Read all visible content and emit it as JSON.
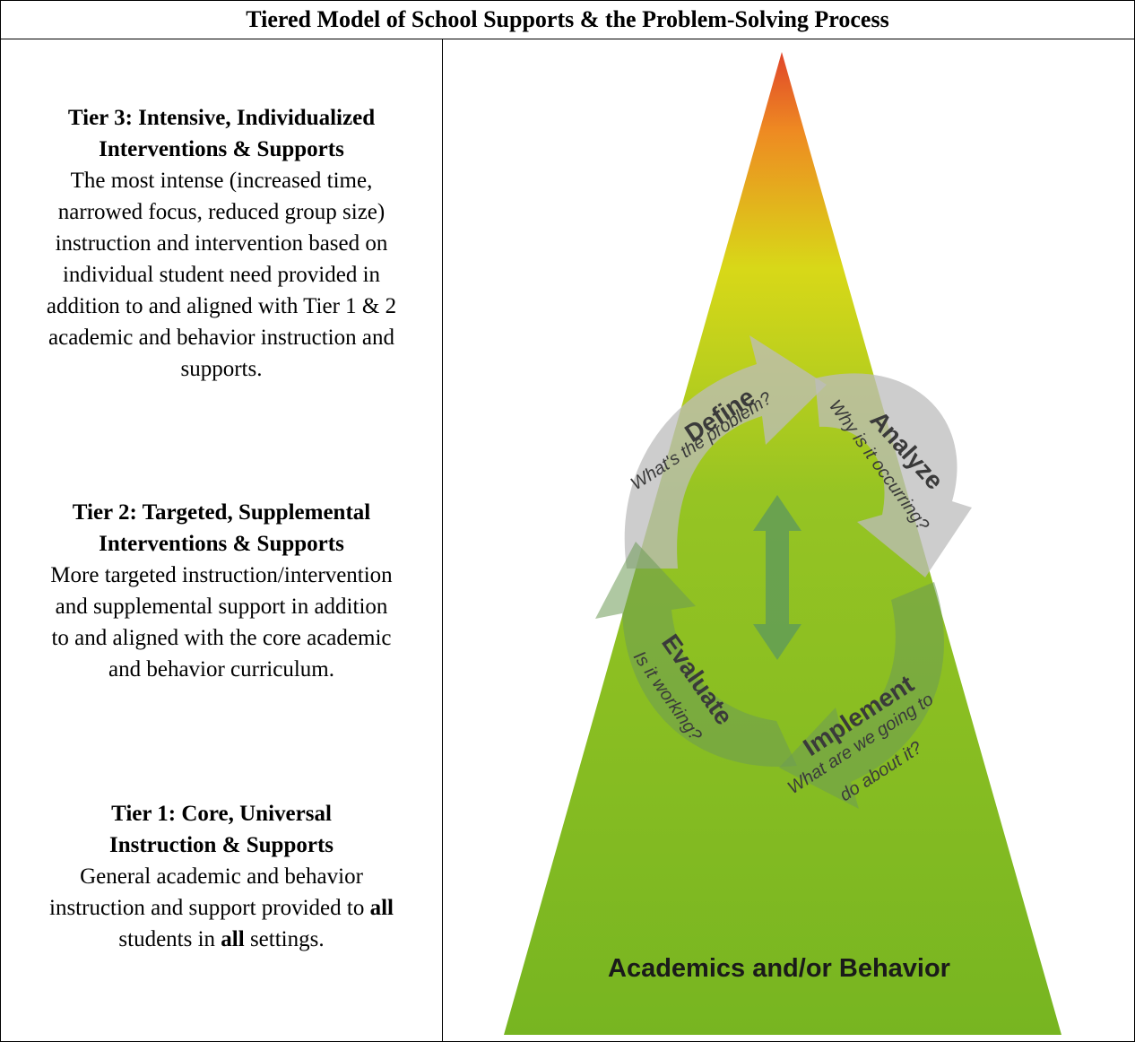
{
  "title": "Tiered Model of School Supports & the Problem-Solving Process",
  "tiers": [
    {
      "heading_line1": "Tier 3: Intensive, Individualized",
      "heading_line2": "Interventions & Supports",
      "body_lines": [
        "The most intense (increased time,",
        "narrowed focus, reduced group size)",
        "instruction and intervention based on",
        "individual student need provided in",
        "addition to and aligned with Tier 1 & 2",
        "academic and behavior instruction and",
        "supports."
      ]
    },
    {
      "heading_line1": "Tier 2: Targeted, Supplemental",
      "heading_line2": "Interventions & Supports",
      "body_lines": [
        "More targeted instruction/intervention",
        "and supplemental support in addition",
        "to and aligned with the core academic",
        "and behavior curriculum."
      ]
    },
    {
      "heading_line1": "Tier 1: Core, Universal",
      "heading_line2": "Instruction & Supports",
      "body_line1": "General academic and behavior",
      "body_line2a": "instruction and support provided to ",
      "body_line2b": "all",
      "body_line3a": "students in ",
      "body_line3b": "all",
      "body_line3c": " settings."
    }
  ],
  "diagram": {
    "colors": {
      "top": "#e0452a",
      "middle": "#d8d818",
      "bottom": "#77b521"
    },
    "base_label": "Academics and/or Behavior",
    "steps": [
      {
        "name": "Define",
        "question": "What's the problem?"
      },
      {
        "name": "Analyze",
        "question": "Why is it occurring?"
      },
      {
        "name": "Implement",
        "question": "What are we going to",
        "question2": "do about it?"
      },
      {
        "name": "Evaluate",
        "question": "Is it working?"
      }
    ]
  }
}
